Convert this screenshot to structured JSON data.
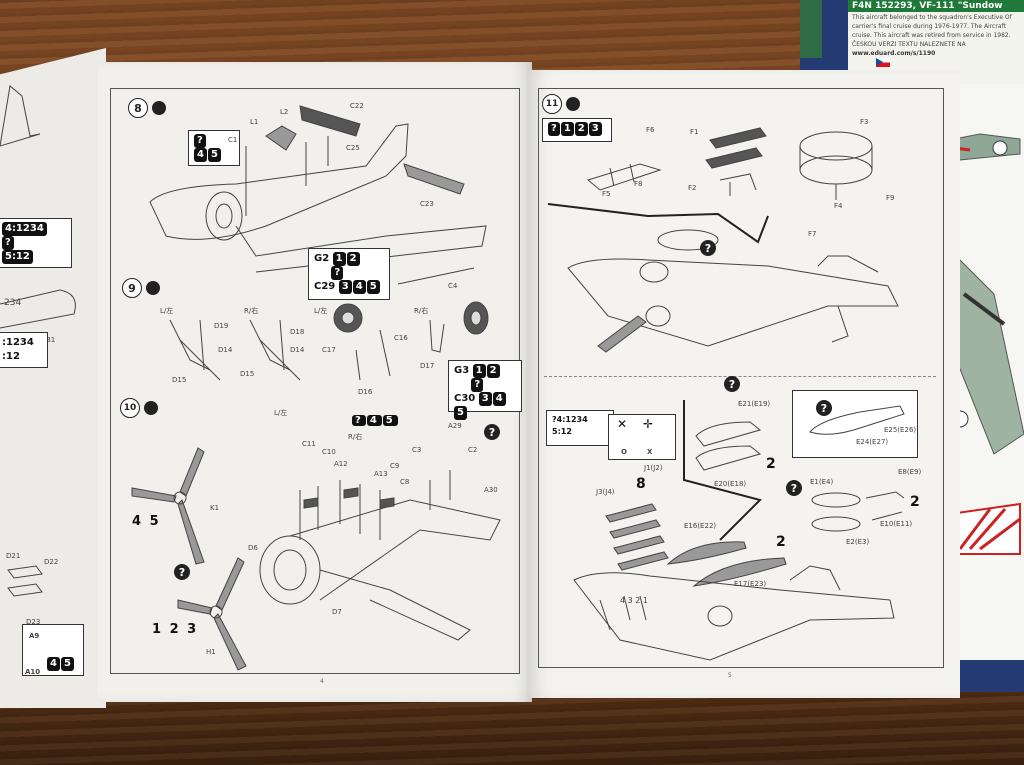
{
  "card": {
    "title": "F4N 152293, VF-111 \"Sundow",
    "lines": [
      "This aircraft belonged to the squadron's Executive Of",
      "carrier's final cruise during 1976-1977. The Aircraft",
      "cruise. This aircraft was retired from service in 1982."
    ],
    "czech": "ČESKOU VERZI TEXTU NALEZNETE NA",
    "url": "www.eduard.com/s/1190"
  },
  "left_page": {
    "codes": [
      "4:1234",
      "?",
      "5:12",
      "234",
      "B1",
      ":1234",
      ":12",
      "D21",
      "D22",
      "D23"
    ],
    "box": {
      "parts": [
        "A9",
        "A10"
      ],
      "chips": [
        "4",
        "5"
      ]
    }
  },
  "page4": {
    "page_number": "4",
    "steps": [
      {
        "number": "8"
      },
      {
        "number": "9"
      },
      {
        "number": "10"
      }
    ],
    "step8": {
      "box_chips": [
        "?",
        "4",
        "5"
      ],
      "labels": [
        "C22",
        "L2",
        "L1",
        "C1",
        "C25",
        "C23"
      ],
      "box2": {
        "row1_label": "G2",
        "row1_chips": [
          "1",
          "2"
        ],
        "row2_chip": "?",
        "row3_label": "C29",
        "row3_chips": [
          "3",
          "4",
          "5"
        ]
      },
      "c4": "C4"
    },
    "step9": {
      "labels": [
        "L/左",
        "R/右",
        "L/左",
        "R/右",
        "D19",
        "D18",
        "D14",
        "D14",
        "D15",
        "D15",
        "C17",
        "C16",
        "D16",
        "D17"
      ],
      "box3": {
        "row1_label": "G3",
        "row1_chips": [
          "1",
          "2"
        ],
        "row2_chip": "?",
        "row3_label": "C30",
        "row3_chips": [
          "3",
          "4",
          "5"
        ]
      }
    },
    "step10": {
      "labels": [
        "L/左",
        "R/右",
        "C11",
        "C10",
        "A12",
        "A13",
        "C9",
        "C8",
        "C3",
        "C2",
        "A29",
        "A30",
        "K1",
        "D6",
        "D7",
        "H1"
      ],
      "chips_top": [
        "?",
        "4",
        "5"
      ],
      "chips_left": "4 5",
      "chips_bottom": "1 2 3"
    }
  },
  "page5": {
    "page_number": "5",
    "steps": [
      {
        "number": "11"
      }
    ],
    "step11": {
      "box_chips": [
        "?",
        "1",
        "2",
        "3"
      ],
      "labels": [
        "F6",
        "F1",
        "F3",
        "F5",
        "F8",
        "F2",
        "F4",
        "F7",
        "F9"
      ]
    },
    "lower": {
      "codes": [
        "?4:1234",
        "5:12"
      ],
      "marks": [
        "O",
        "X"
      ],
      "labels": [
        "E21(E19)",
        "E20(E18)",
        "J1(J2)",
        "J3(J4)",
        "E16(E22)",
        "E1(E4)",
        "E8(E9)",
        "E24(E27)",
        "E25(E26)",
        "E10(E11)",
        "E2(E3)",
        "E17(E23)"
      ],
      "counts": [
        "8",
        "2",
        "2",
        "2"
      ],
      "numbers": "4 3 2 1"
    }
  },
  "colors": {
    "table": "#7a4622",
    "mat": "#233a72",
    "paper": "#f1f0ec",
    "title_green": "#1f7a3a"
  }
}
